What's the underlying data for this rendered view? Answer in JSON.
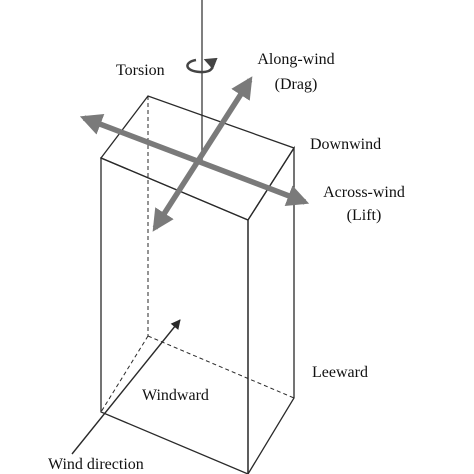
{
  "labels": {
    "torsion": "Torsion",
    "along_wind": "Along-wind",
    "drag": "(Drag)",
    "downwind": "Downwind",
    "across_wind": "Across-wind",
    "lift": "(Lift)",
    "leeward": "Leeward",
    "windward": "Windward",
    "wind_direction": "Wind direction"
  },
  "colors": {
    "outline": "#2a2a2a",
    "force_arrow": "#7a7a7a",
    "text": "#111111"
  }
}
